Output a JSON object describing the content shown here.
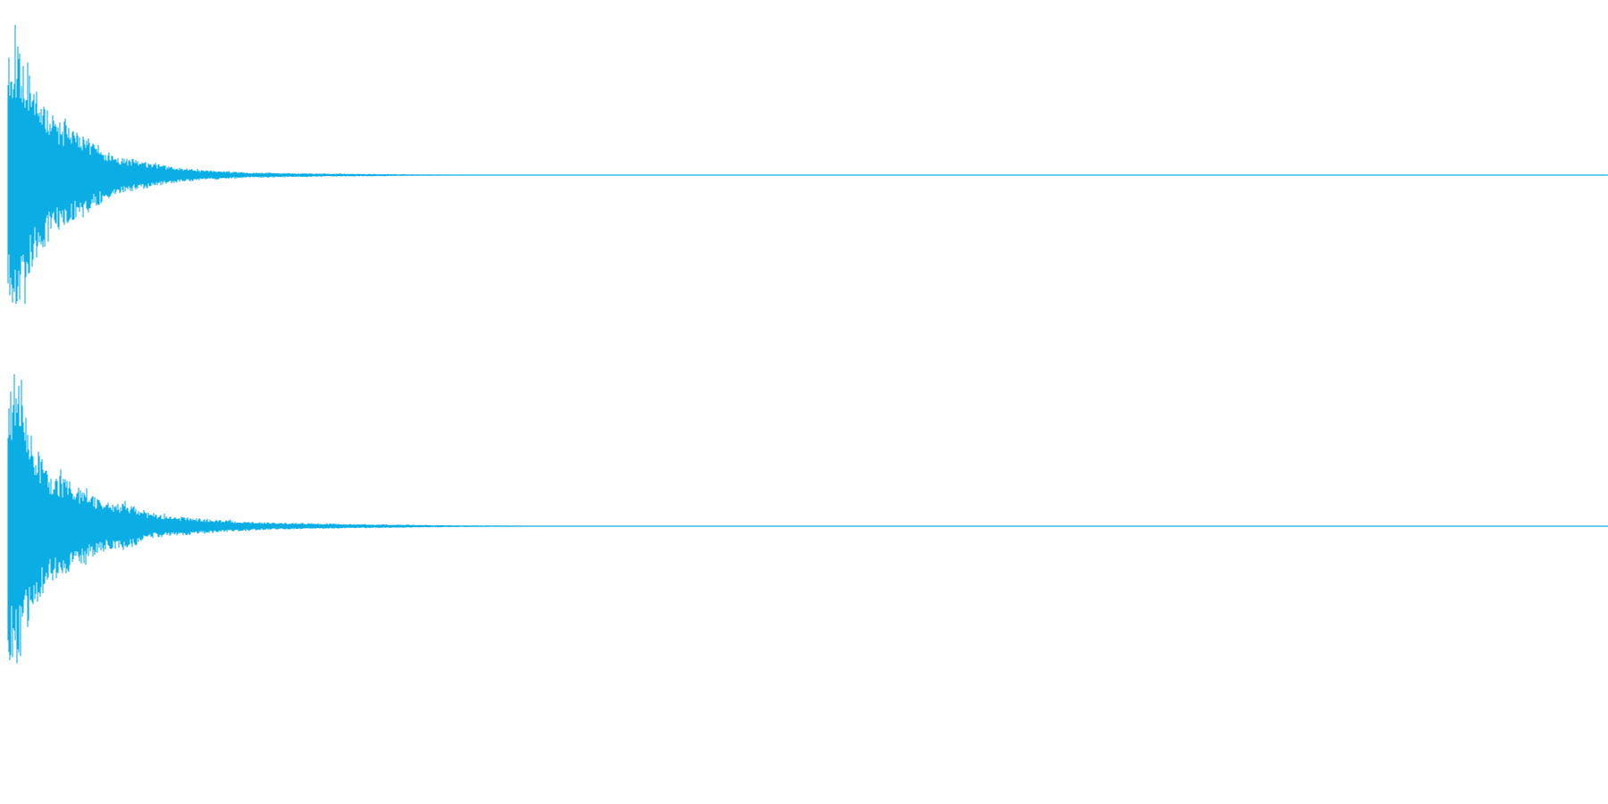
{
  "colors": {
    "waveform": "#0aaee4",
    "background": "#ffffff"
  },
  "channels": [
    {
      "name": "channel-1",
      "seed": 11,
      "peak_amplitude": 0.97,
      "envelope_bumps": [
        {
          "t": 0.0,
          "a": 0.9
        },
        {
          "t": 0.0035,
          "a": 0.82
        },
        {
          "t": 0.0062,
          "a": 0.97
        },
        {
          "t": 0.012,
          "a": 0.7
        },
        {
          "t": 0.02,
          "a": 0.52
        },
        {
          "t": 0.029,
          "a": 0.38
        },
        {
          "t": 0.036,
          "a": 0.33
        },
        {
          "t": 0.046,
          "a": 0.28
        },
        {
          "t": 0.054,
          "a": 0.22
        },
        {
          "t": 0.065,
          "a": 0.14
        },
        {
          "t": 0.07,
          "a": 0.12
        },
        {
          "t": 0.085,
          "a": 0.09
        },
        {
          "t": 0.1,
          "a": 0.06
        },
        {
          "t": 0.12,
          "a": 0.035
        },
        {
          "t": 0.15,
          "a": 0.018
        },
        {
          "t": 0.2,
          "a": 0.01
        },
        {
          "t": 0.27,
          "a": 0.004
        },
        {
          "t": 0.33,
          "a": 0.002
        },
        {
          "t": 0.34,
          "a": 0.0
        }
      ]
    },
    {
      "name": "channel-2",
      "seed": 29,
      "peak_amplitude": 0.99,
      "envelope_bumps": [
        {
          "t": 0.0,
          "a": 0.88
        },
        {
          "t": 0.006,
          "a": 0.99
        },
        {
          "t": 0.012,
          "a": 0.68
        },
        {
          "t": 0.02,
          "a": 0.48
        },
        {
          "t": 0.028,
          "a": 0.36
        },
        {
          "t": 0.04,
          "a": 0.3
        },
        {
          "t": 0.05,
          "a": 0.22
        },
        {
          "t": 0.06,
          "a": 0.16
        },
        {
          "t": 0.076,
          "a": 0.15
        },
        {
          "t": 0.09,
          "a": 0.08
        },
        {
          "t": 0.1,
          "a": 0.07
        },
        {
          "t": 0.13,
          "a": 0.045
        },
        {
          "t": 0.16,
          "a": 0.025
        },
        {
          "t": 0.21,
          "a": 0.015
        },
        {
          "t": 0.28,
          "a": 0.006
        },
        {
          "t": 0.34,
          "a": 0.003
        },
        {
          "t": 0.38,
          "a": 0.0
        }
      ]
    }
  ]
}
